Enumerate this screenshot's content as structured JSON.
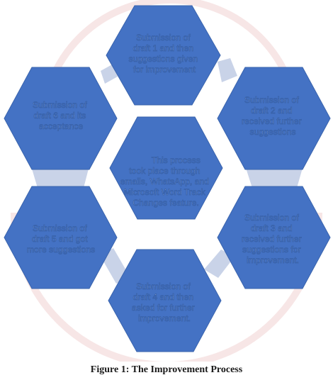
{
  "colors": {
    "hexagon_fill": "#4472c4",
    "hexagon_stroke": "#3a64ad",
    "connector_fill": "#c9d3e8",
    "text": "#ffffff",
    "watermark": "#e7b8b8"
  },
  "nodes": [
    {
      "id": "draft-1",
      "lines": [
        "Submission of",
        "draft 1 and then",
        "suggestions given",
        "for improvement"
      ]
    },
    {
      "id": "draft-2",
      "lines": [
        "Submission of",
        "draft 2 and",
        "received further",
        "suggestions"
      ]
    },
    {
      "id": "draft-3",
      "lines": [
        "Submission of",
        "draft 3 and",
        "received further",
        "suggestions for",
        "improvement."
      ]
    },
    {
      "id": "draft-4",
      "lines": [
        "Submission of",
        "draft 4 and then",
        "asked for further",
        "improvement."
      ]
    },
    {
      "id": "draft-5",
      "lines": [
        "Submission of",
        "draft 5 and got",
        "more suggestions"
      ]
    },
    {
      "id": "draft-6",
      "lines": [
        "Submission of",
        "draft 6 and its",
        "acceptance"
      ]
    },
    {
      "id": "center",
      "lines": [
        "This process",
        "took place through",
        "emails, WhatsApp, and",
        "Microsoft Word Track",
        "Changes feature."
      ]
    }
  ],
  "caption": "Figure 1: The Improvement Process"
}
